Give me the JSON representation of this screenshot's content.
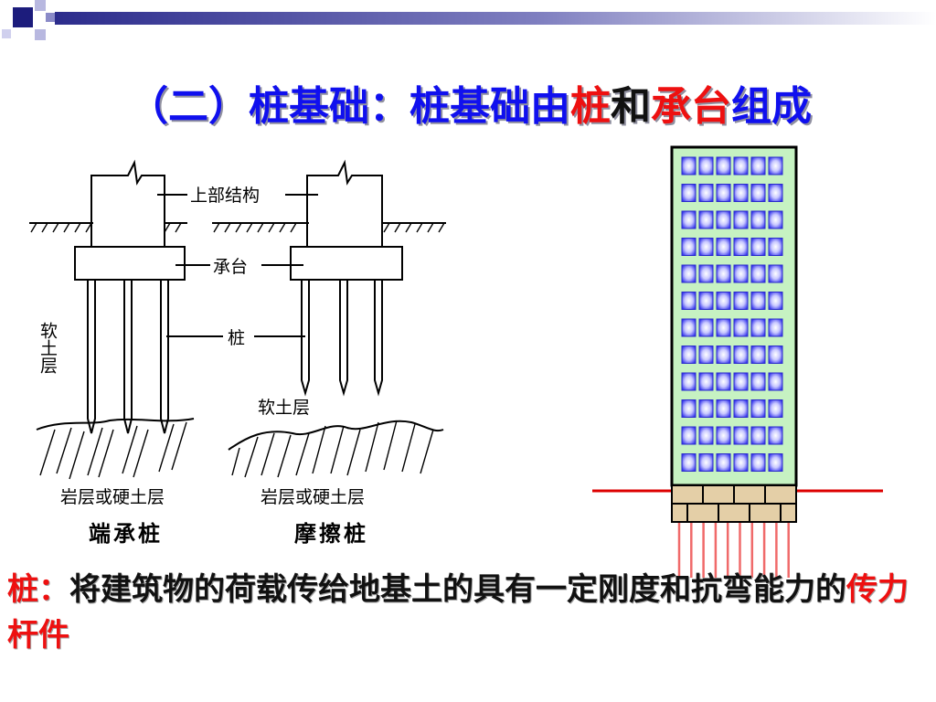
{
  "slide": {
    "title": {
      "part1": "（二）桩基础：桩基础由",
      "pile": "桩",
      "and": "和",
      "cap": "承台",
      "part2": "组成"
    },
    "diagram": {
      "label_superstructure": "上部结构",
      "label_cap": "承台",
      "label_pile": "桩",
      "label_soft_soil_left": "软土层",
      "label_soft_soil_right": "软土层",
      "label_rock_left": "岩层或硬土层",
      "label_rock_right": "岩层或硬土层",
      "caption_end_bearing": "端承桩",
      "caption_friction": "摩擦桩"
    },
    "definition": {
      "term": "桩：",
      "body": "将建筑物的荷载传给地基土的具有一定刚度和抗弯能力的",
      "highlight": "传力杆件"
    }
  },
  "theme": {
    "title_blue": "#1010ee",
    "highlight_red": "#ee1010",
    "building_green": "#c6f2c2",
    "window_blue": "#3a3aee",
    "cap_tan": "#e4cfa7",
    "pile_pink": "#f06a6a",
    "ground_red": "#dd0000"
  }
}
